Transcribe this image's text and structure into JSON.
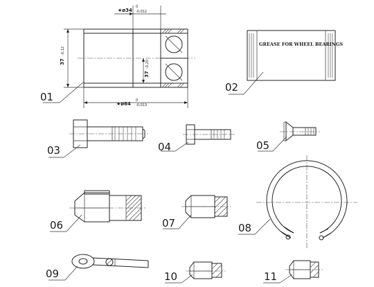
{
  "parts": [
    {
      "callout": "01",
      "name": "wheel-bearing"
    },
    {
      "callout": "02",
      "name": "grease-packet"
    },
    {
      "callout": "03",
      "name": "long-bolt"
    },
    {
      "callout": "04",
      "name": "short-bolt"
    },
    {
      "callout": "05",
      "name": "countersunk-screw"
    },
    {
      "callout": "06",
      "name": "axle-nut"
    },
    {
      "callout": "07",
      "name": "hex-nut"
    },
    {
      "callout": "08",
      "name": "circlip"
    },
    {
      "callout": "09",
      "name": "lock-washer"
    },
    {
      "callout": "10",
      "name": "small-nut"
    },
    {
      "callout": "11",
      "name": "cap-nut"
    }
  ],
  "dimensions": {
    "width_top": {
      "value": "★ø34",
      "upper": "0",
      "lower": "-0,012"
    },
    "width_bottom": {
      "value": "★ø64",
      "upper": "0",
      "lower": "-0,013"
    },
    "height_left": {
      "value": "37",
      "tol": "-0,12"
    },
    "height_inner": {
      "value": "37",
      "tol": "-0,20"
    }
  },
  "grease_label": "GREASE FOR WHEEL BEARINGS"
}
